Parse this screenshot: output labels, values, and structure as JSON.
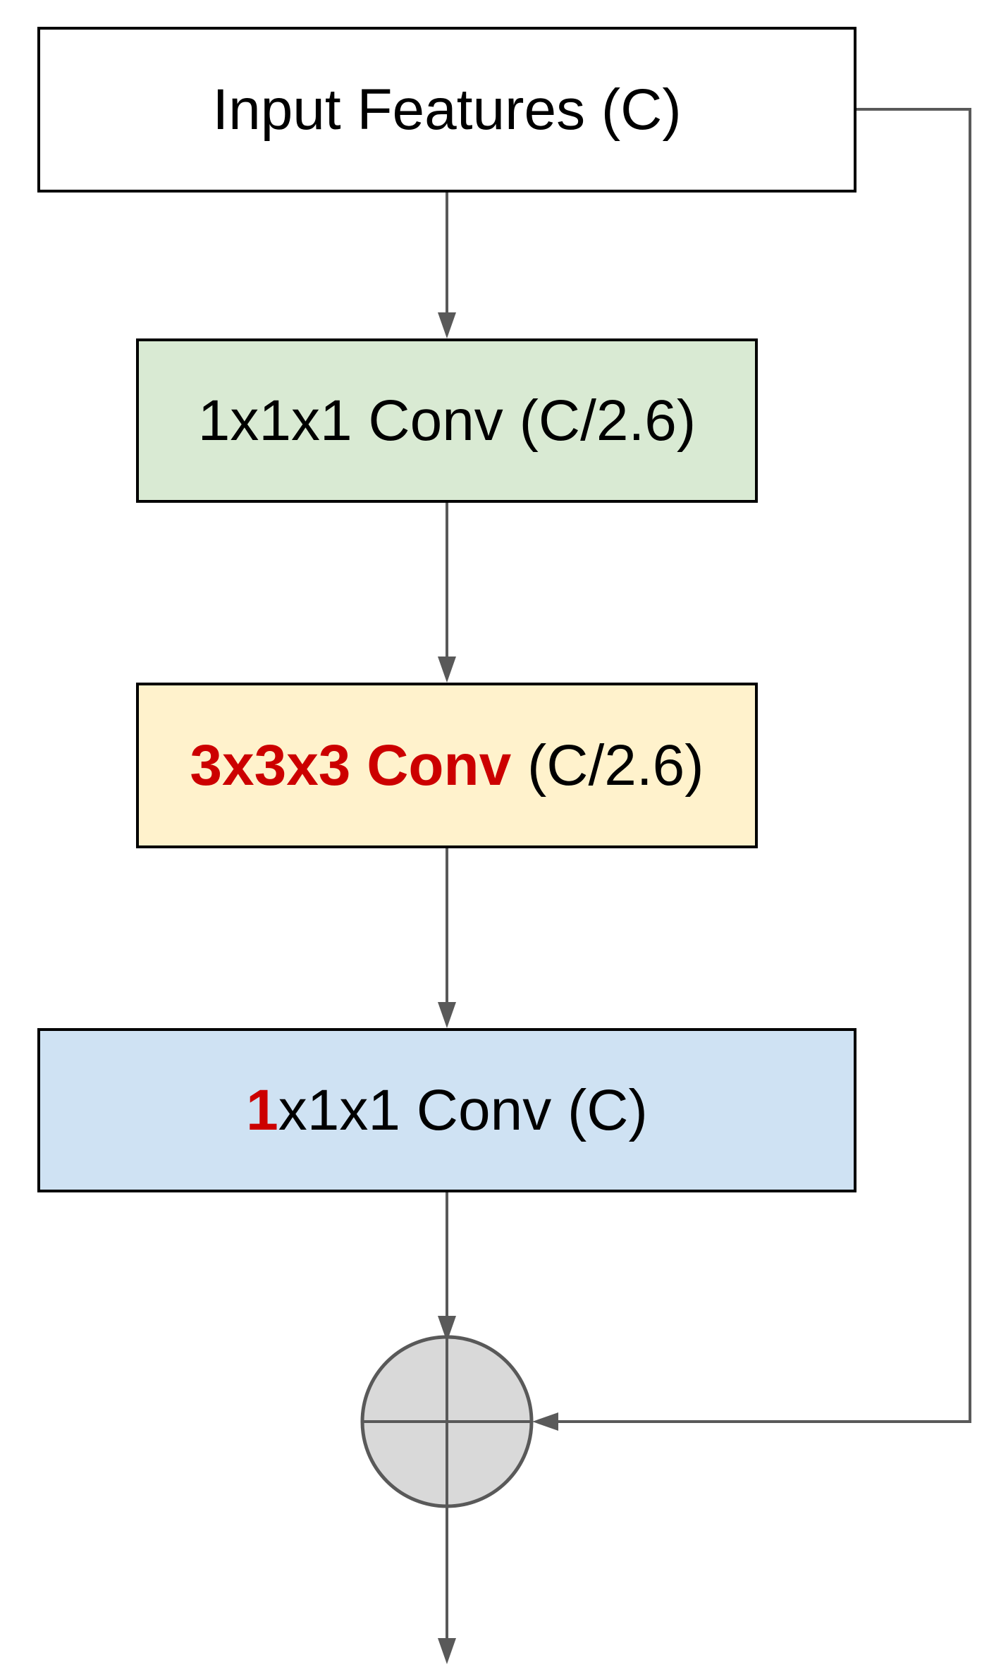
{
  "colors": {
    "line": "#595959",
    "box_border": "#000000",
    "input_fill": "#ffffff",
    "conv1_fill": "#d9ead3",
    "conv3_fill": "#fff2cc",
    "conv_out_fill": "#cfe2f3",
    "sum_fill": "#d9d9d9",
    "highlight": "#cc0000"
  },
  "blocks": {
    "input": {
      "label": "Input Features (C)"
    },
    "conv1": {
      "label": "1x1x1 Conv (C/2.6)"
    },
    "conv3": {
      "label_highlight": "3x3x3 Conv",
      "label_rest": " (C/2.6)"
    },
    "conv_out": {
      "label_highlight": "1",
      "label_rest": "x1x1 Conv (C)"
    }
  },
  "sum_node": {
    "icon": "plus-circle-icon"
  }
}
